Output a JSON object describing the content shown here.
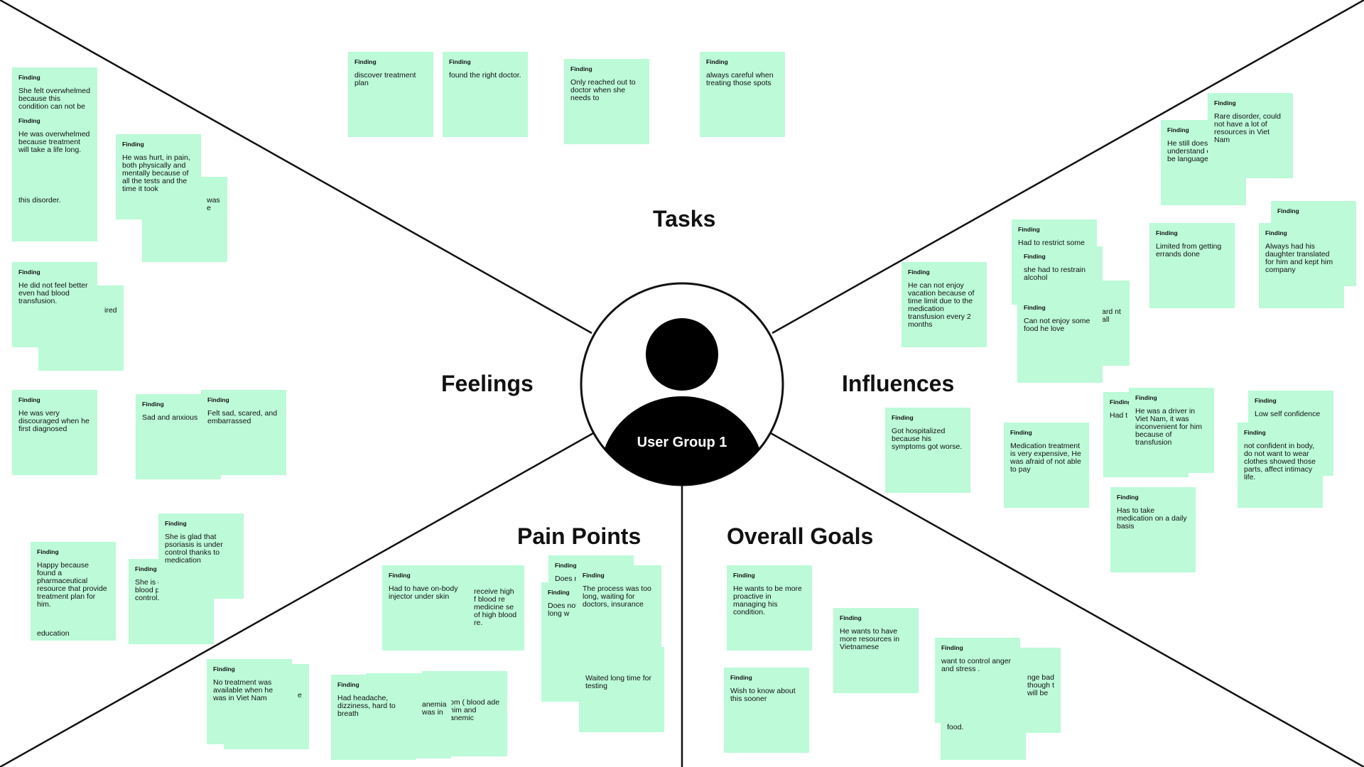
{
  "persona": {
    "label": "User Group 1",
    "icon": "user-avatar-icon"
  },
  "sections": {
    "tasks": "Tasks",
    "feelings": "Feelings",
    "influences": "Influences",
    "pain_points": "Pain Points",
    "overall_goals": "Overall Goals"
  },
  "note_tag": "Finding",
  "colors": {
    "note": "#bcfad8",
    "lines": "#111111",
    "persona": "#000000"
  },
  "notes": {
    "tasks": [
      "discover treatment plan",
      "found the right doctor.",
      "Only reached out to doctor when she needs to",
      "always careful when treating those spots"
    ],
    "feelings": [
      "She felt overwhelmed because this condition can not be",
      "He was overwhelmed because treatment will take a life long.",
      "this disorder.",
      "was e",
      "He was hurt, in pain, both physically and mentally because of all the tests and the time it took",
      "ired",
      "He did not feel better even had blood transfusion.",
      "He was very discouraged when he first diagnosed",
      "Sad and anxious",
      "Felt sad, scared, and embarrassed",
      "education",
      "Happy because found a pharmaceutical resource that provide treatment plan for him.",
      "She is g medicin blood pressure under control.",
      "She is glad that psoriasis is under control thanks to medication"
    ],
    "pain_points": [
      "e",
      "No treatment was available when he was in Viet Nam",
      "receive high f blood re medicine se of high blood re.",
      "Had to have on-body injector under skin",
      "om ( blood ade him and anemic",
      "anemia was in",
      "Had headache, dizziness, hard to breath",
      "Does n",
      "Does not family d of long w",
      "The process was too long, waiting for doctors, insurance",
      "Waited long time for testing"
    ],
    "overall_goals": [
      "He wants to be more proactive in managing his condition.",
      "Wish to know about this sooner",
      "He wants to have more resources in Vietnamese",
      "food.",
      "nge bad though t will be",
      "want to control anger and stress ."
    ],
    "influences": [
      "He still does understand condition be language ba",
      "Rare disorder, could not have a lot of resources in Viet Nam",
      "Had to restrict some",
      "ard nt all",
      "she had to restrain alcohol",
      "Can not enjoy some food he love",
      "Limited from getting errands done",
      "He can not enjoy vacation because of time limit due to the medication transfusion every 2 months",
      "Always had his daughter translated for him and kept him company",
      "Got hospitalized because his symptoms got worse.",
      "Medication treatment is very expensive, He was afraid of not able to pay",
      "Had t transf month",
      "He was a driver in Viet Nam, it was inconvenient for him because of transfusion",
      "Has to take medication on a daily basis",
      "Low self confidence",
      "not confident in body, do not want to wear clothes showed those parts, affect intimacy life."
    ]
  }
}
